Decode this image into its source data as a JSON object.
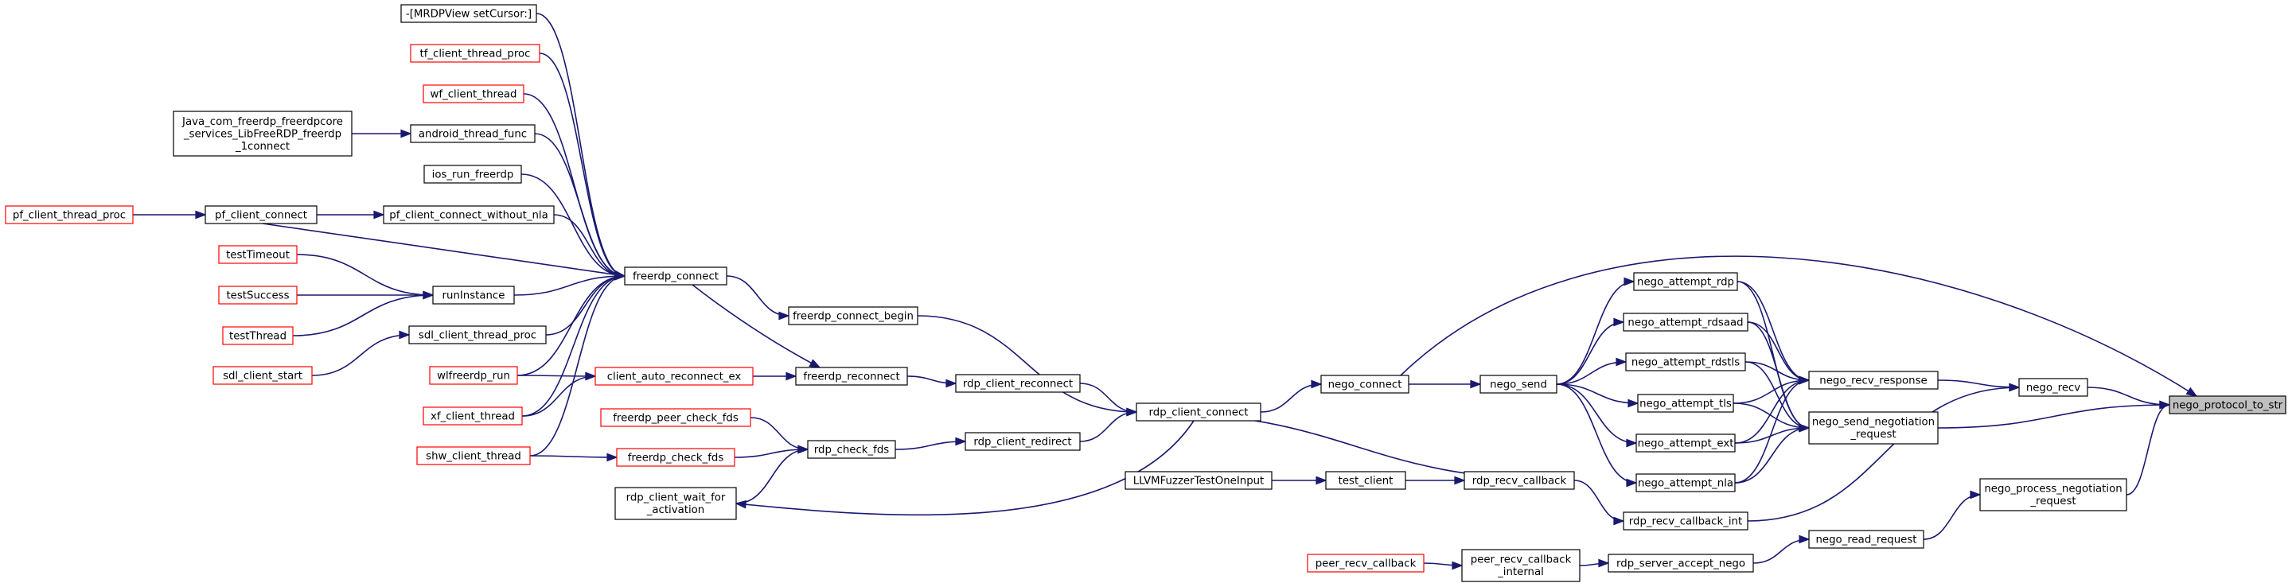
{
  "colors": {
    "edge": "#191970",
    "node_border_normal": "#000000",
    "node_border_red": "#ff0000",
    "node_fill": "#ffffff",
    "root_fill": "#bfbfbf",
    "text": "#000000"
  },
  "nodes": [
    {
      "id": "nego_protocol_to_str",
      "lines": [
        "nego_protocol_to_str"
      ],
      "style": "root"
    },
    {
      "id": "nego_recv",
      "lines": [
        "nego_recv"
      ],
      "style": "normal"
    },
    {
      "id": "nego_send_negotiation_request",
      "lines": [
        "nego_send_negotiation",
        "_request"
      ],
      "style": "normal"
    },
    {
      "id": "nego_process_negotiation_request",
      "lines": [
        "nego_process_negotiation",
        "_request"
      ],
      "style": "normal"
    },
    {
      "id": "nego_connect",
      "lines": [
        "nego_connect"
      ],
      "style": "normal"
    },
    {
      "id": "nego_recv_response",
      "lines": [
        "nego_recv_response"
      ],
      "style": "normal"
    },
    {
      "id": "rdp_recv_callback_int",
      "lines": [
        "rdp_recv_callback_int"
      ],
      "style": "normal"
    },
    {
      "id": "nego_read_request",
      "lines": [
        "nego_read_request"
      ],
      "style": "normal"
    },
    {
      "id": "nego_attempt_rdp",
      "lines": [
        "nego_attempt_rdp"
      ],
      "style": "normal"
    },
    {
      "id": "nego_attempt_rdsaad",
      "lines": [
        "nego_attempt_rdsaad"
      ],
      "style": "normal"
    },
    {
      "id": "nego_attempt_rdstls",
      "lines": [
        "nego_attempt_rdstls"
      ],
      "style": "normal"
    },
    {
      "id": "nego_attempt_tls",
      "lines": [
        "nego_attempt_tls"
      ],
      "style": "normal"
    },
    {
      "id": "nego_attempt_ext",
      "lines": [
        "nego_attempt_ext"
      ],
      "style": "normal"
    },
    {
      "id": "nego_attempt_nla",
      "lines": [
        "nego_attempt_nla"
      ],
      "style": "normal"
    },
    {
      "id": "nego_send",
      "lines": [
        "nego_send"
      ],
      "style": "normal"
    },
    {
      "id": "rdp_client_connect",
      "lines": [
        "rdp_client_connect"
      ],
      "style": "normal"
    },
    {
      "id": "rdp_recv_callback",
      "lines": [
        "rdp_recv_callback"
      ],
      "style": "normal"
    },
    {
      "id": "rdp_server_accept_nego",
      "lines": [
        "rdp_server_accept_nego"
      ],
      "style": "normal"
    },
    {
      "id": "peer_recv_callback_internal",
      "lines": [
        "peer_recv_callback",
        "_internal"
      ],
      "style": "normal"
    },
    {
      "id": "peer_recv_callback",
      "lines": [
        "peer_recv_callback"
      ],
      "style": "red"
    },
    {
      "id": "test_client",
      "lines": [
        "test_client"
      ],
      "style": "normal"
    },
    {
      "id": "LLVMFuzzerTestOneInput",
      "lines": [
        "LLVMFuzzerTestOneInput"
      ],
      "style": "normal"
    },
    {
      "id": "freerdp_connect_begin",
      "lines": [
        "freerdp_connect_begin"
      ],
      "style": "normal"
    },
    {
      "id": "rdp_client_reconnect",
      "lines": [
        "rdp_client_reconnect"
      ],
      "style": "normal"
    },
    {
      "id": "rdp_client_redirect",
      "lines": [
        "rdp_client_redirect"
      ],
      "style": "normal"
    },
    {
      "id": "freerdp_connect",
      "lines": [
        "freerdp_connect"
      ],
      "style": "normal"
    },
    {
      "id": "freerdp_reconnect",
      "lines": [
        "freerdp_reconnect"
      ],
      "style": "normal"
    },
    {
      "id": "rdp_check_fds",
      "lines": [
        "rdp_check_fds"
      ],
      "style": "normal"
    },
    {
      "id": "client_auto_reconnect_ex",
      "lines": [
        "client_auto_reconnect_ex"
      ],
      "style": "red"
    },
    {
      "id": "freerdp_peer_check_fds",
      "lines": [
        "freerdp_peer_check_fds"
      ],
      "style": "red"
    },
    {
      "id": "freerdp_check_fds",
      "lines": [
        "freerdp_check_fds"
      ],
      "style": "red"
    },
    {
      "id": "rdp_client_wait_for_activation",
      "lines": [
        "rdp_client_wait_for",
        "_activation"
      ],
      "style": "normal"
    },
    {
      "id": "MRDPView_setCursor",
      "lines": [
        "-[MRDPView setCursor:]"
      ],
      "style": "normal"
    },
    {
      "id": "tf_client_thread_proc",
      "lines": [
        "tf_client_thread_proc"
      ],
      "style": "red"
    },
    {
      "id": "wf_client_thread",
      "lines": [
        "wf_client_thread"
      ],
      "style": "red"
    },
    {
      "id": "android_thread_func",
      "lines": [
        "android_thread_func"
      ],
      "style": "normal"
    },
    {
      "id": "ios_run_freerdp",
      "lines": [
        "ios_run_freerdp"
      ],
      "style": "normal"
    },
    {
      "id": "pf_client_connect_without_nla",
      "lines": [
        "pf_client_connect_without_nla"
      ],
      "style": "normal"
    },
    {
      "id": "runInstance",
      "lines": [
        "runInstance"
      ],
      "style": "normal"
    },
    {
      "id": "sdl_client_thread_proc",
      "lines": [
        "sdl_client_thread_proc"
      ],
      "style": "normal"
    },
    {
      "id": "wlfreerdp_run",
      "lines": [
        "wlfreerdp_run"
      ],
      "style": "red"
    },
    {
      "id": "xf_client_thread",
      "lines": [
        "xf_client_thread"
      ],
      "style": "red"
    },
    {
      "id": "shw_client_thread",
      "lines": [
        "shw_client_thread"
      ],
      "style": "red"
    },
    {
      "id": "java_freerdp_connect",
      "lines": [
        "Java_com_freerdp_freerdpcore",
        "_services_LibFreeRDP_freerdp",
        "_1connect"
      ],
      "style": "normal"
    },
    {
      "id": "pf_client_connect",
      "lines": [
        "pf_client_connect"
      ],
      "style": "normal"
    },
    {
      "id": "pf_client_thread_proc",
      "lines": [
        "pf_client_thread_proc"
      ],
      "style": "red"
    },
    {
      "id": "testTimeout",
      "lines": [
        "testTimeout"
      ],
      "style": "red"
    },
    {
      "id": "testSuccess",
      "lines": [
        "testSuccess"
      ],
      "style": "red"
    },
    {
      "id": "testThread",
      "lines": [
        "testThread"
      ],
      "style": "red"
    },
    {
      "id": "sdl_client_start",
      "lines": [
        "sdl_client_start"
      ],
      "style": "red"
    }
  ],
  "edges": [
    {
      "from": "nego_recv",
      "to": "nego_protocol_to_str"
    },
    {
      "from": "nego_send_negotiation_request",
      "to": "nego_protocol_to_str"
    },
    {
      "from": "nego_process_negotiation_request",
      "to": "nego_protocol_to_str"
    },
    {
      "from": "nego_connect",
      "to": "nego_protocol_to_str"
    },
    {
      "from": "nego_recv_response",
      "to": "nego_recv"
    },
    {
      "from": "rdp_recv_callback_int",
      "to": "nego_recv"
    },
    {
      "from": "nego_read_request",
      "to": "nego_process_negotiation_request"
    },
    {
      "from": "nego_attempt_rdp",
      "to": "nego_recv_response"
    },
    {
      "from": "nego_attempt_rdsaad",
      "to": "nego_recv_response"
    },
    {
      "from": "nego_attempt_rdstls",
      "to": "nego_recv_response"
    },
    {
      "from": "nego_attempt_tls",
      "to": "nego_recv_response"
    },
    {
      "from": "nego_attempt_ext",
      "to": "nego_recv_response"
    },
    {
      "from": "nego_attempt_nla",
      "to": "nego_recv_response"
    },
    {
      "from": "nego_attempt_rdp",
      "to": "nego_send_negotiation_request"
    },
    {
      "from": "nego_attempt_rdsaad",
      "to": "nego_send_negotiation_request"
    },
    {
      "from": "nego_attempt_rdstls",
      "to": "nego_send_negotiation_request"
    },
    {
      "from": "nego_attempt_tls",
      "to": "nego_send_negotiation_request"
    },
    {
      "from": "nego_attempt_ext",
      "to": "nego_send_negotiation_request"
    },
    {
      "from": "nego_attempt_nla",
      "to": "nego_send_negotiation_request"
    },
    {
      "from": "nego_send",
      "to": "nego_attempt_rdp"
    },
    {
      "from": "nego_send",
      "to": "nego_attempt_rdsaad"
    },
    {
      "from": "nego_send",
      "to": "nego_attempt_rdstls"
    },
    {
      "from": "nego_send",
      "to": "nego_attempt_tls"
    },
    {
      "from": "nego_send",
      "to": "nego_attempt_ext"
    },
    {
      "from": "nego_send",
      "to": "nego_attempt_nla"
    },
    {
      "from": "nego_connect",
      "to": "nego_send"
    },
    {
      "from": "rdp_client_connect",
      "to": "nego_connect"
    },
    {
      "from": "rdp_recv_callback",
      "to": "rdp_recv_callback_int"
    },
    {
      "from": "rdp_server_accept_nego",
      "to": "nego_read_request"
    },
    {
      "from": "peer_recv_callback_internal",
      "to": "rdp_server_accept_nego"
    },
    {
      "from": "peer_recv_callback",
      "to": "peer_recv_callback_internal"
    },
    {
      "from": "test_client",
      "to": "rdp_recv_callback"
    },
    {
      "from": "LLVMFuzzerTestOneInput",
      "to": "test_client"
    },
    {
      "from": "rdp_recv_callback",
      "to": "rdp_client_connect"
    },
    {
      "from": "freerdp_connect_begin",
      "to": "rdp_client_connect"
    },
    {
      "from": "rdp_client_reconnect",
      "to": "rdp_client_connect"
    },
    {
      "from": "rdp_client_redirect",
      "to": "rdp_client_connect"
    },
    {
      "from": "freerdp_connect",
      "to": "freerdp_connect_begin"
    },
    {
      "from": "freerdp_reconnect",
      "to": "rdp_client_reconnect"
    },
    {
      "from": "rdp_check_fds",
      "to": "rdp_client_redirect"
    },
    {
      "from": "rdp_client_connect",
      "to": "rdp_client_wait_for_activation"
    },
    {
      "from": "client_auto_reconnect_ex",
      "to": "freerdp_reconnect"
    },
    {
      "from": "freerdp_connect",
      "to": "freerdp_reconnect"
    },
    {
      "from": "freerdp_peer_check_fds",
      "to": "rdp_check_fds"
    },
    {
      "from": "freerdp_check_fds",
      "to": "rdp_check_fds"
    },
    {
      "from": "rdp_client_wait_for_activation",
      "to": "rdp_check_fds"
    },
    {
      "from": "MRDPView_setCursor",
      "to": "freerdp_connect"
    },
    {
      "from": "tf_client_thread_proc",
      "to": "freerdp_connect"
    },
    {
      "from": "wf_client_thread",
      "to": "freerdp_connect"
    },
    {
      "from": "android_thread_func",
      "to": "freerdp_connect"
    },
    {
      "from": "ios_run_freerdp",
      "to": "freerdp_connect"
    },
    {
      "from": "pf_client_connect_without_nla",
      "to": "freerdp_connect"
    },
    {
      "from": "pf_client_connect",
      "to": "freerdp_connect"
    },
    {
      "from": "runInstance",
      "to": "freerdp_connect"
    },
    {
      "from": "sdl_client_thread_proc",
      "to": "freerdp_connect"
    },
    {
      "from": "wlfreerdp_run",
      "to": "freerdp_connect"
    },
    {
      "from": "xf_client_thread",
      "to": "freerdp_connect"
    },
    {
      "from": "shw_client_thread",
      "to": "freerdp_connect"
    },
    {
      "from": "wlfreerdp_run",
      "to": "client_auto_reconnect_ex"
    },
    {
      "from": "xf_client_thread",
      "to": "client_auto_reconnect_ex"
    },
    {
      "from": "shw_client_thread",
      "to": "freerdp_check_fds"
    },
    {
      "from": "java_freerdp_connect",
      "to": "android_thread_func"
    },
    {
      "from": "pf_client_connect",
      "to": "pf_client_connect_without_nla"
    },
    {
      "from": "pf_client_thread_proc",
      "to": "pf_client_connect"
    },
    {
      "from": "testTimeout",
      "to": "runInstance"
    },
    {
      "from": "testSuccess",
      "to": "runInstance"
    },
    {
      "from": "testThread",
      "to": "runInstance"
    },
    {
      "from": "sdl_client_start",
      "to": "sdl_client_thread_proc"
    }
  ]
}
